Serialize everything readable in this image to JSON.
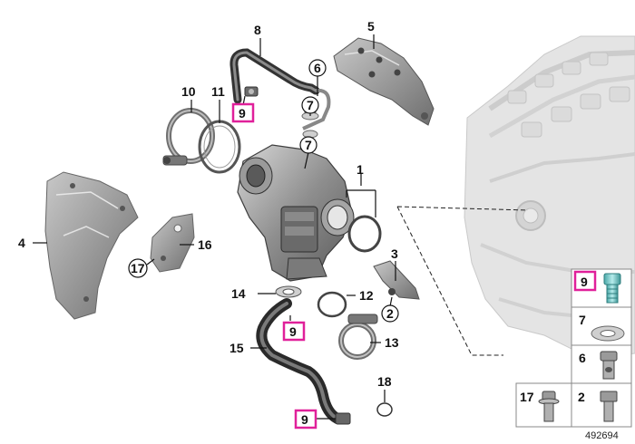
{
  "labels": {
    "l1": "1",
    "l2": "2",
    "l3": "3",
    "l4": "4",
    "l5": "5",
    "l6": "6",
    "l7a": "7",
    "l7b": "7",
    "l8": "8",
    "l9a": "9",
    "l9b": "9",
    "l9c": "9",
    "l10": "10",
    "l11": "11",
    "l12": "12",
    "l13": "13",
    "l14": "14",
    "l15": "15",
    "l16": "16",
    "l17": "17",
    "l18": "18"
  },
  "catalog": {
    "c9": "9",
    "c7": "7",
    "c6": "6",
    "c17": "17",
    "c2": "2"
  },
  "diagram_number": "492694",
  "colors": {
    "highlight": "#e0209a",
    "part_gray": "#9a9a9a",
    "part_dark": "#555555",
    "engine_gray": "#d4d4d4",
    "screw_cyan": "#7fd0d0"
  }
}
